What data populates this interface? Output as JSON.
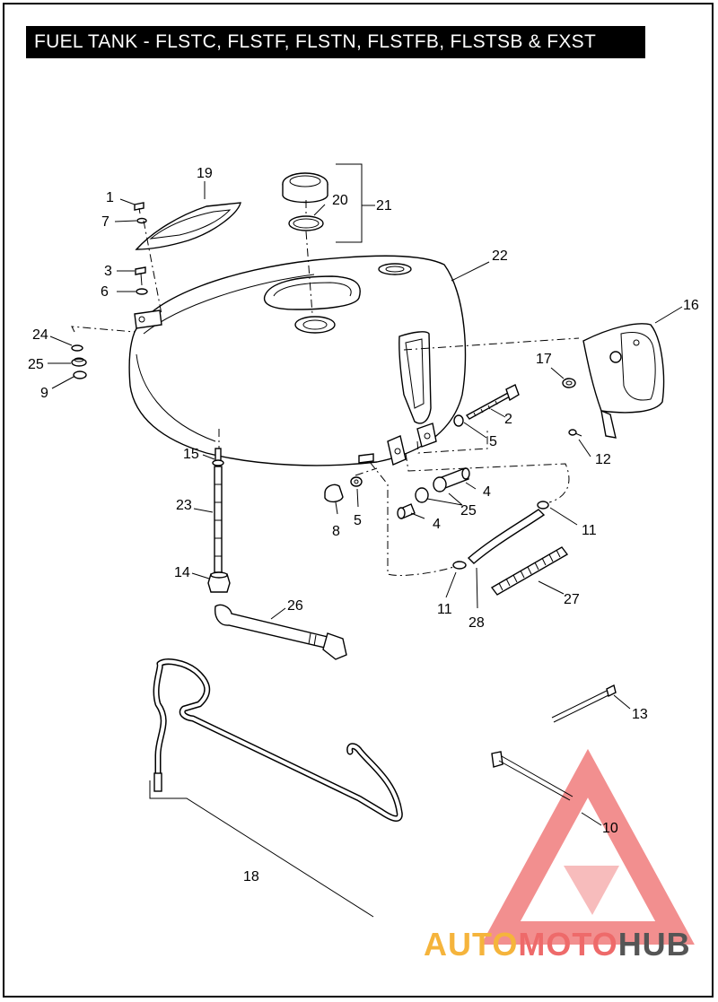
{
  "title": "FUEL TANK - FLSTC, FLSTF, FLSTN, FLSTFB, FLSTSB & FXST",
  "callouts": {
    "c1": "1",
    "c2": "2",
    "c3": "3",
    "c4a": "4",
    "c4b": "4",
    "c5a": "5",
    "c5b": "5",
    "c6": "6",
    "c7": "7",
    "c8": "8",
    "c9": "9",
    "c10": "10",
    "c11a": "11",
    "c11b": "11",
    "c12": "12",
    "c13": "13",
    "c14": "14",
    "c15": "15",
    "c16": "16",
    "c17": "17",
    "c18": "18",
    "c19": "19",
    "c20": "20",
    "c21": "21",
    "c22": "22",
    "c23": "23",
    "c24": "24",
    "c25a": "25",
    "c25b": "25",
    "c26": "26",
    "c27": "27",
    "c28": "28"
  },
  "watermark": {
    "part1": "AUTO",
    "part2": "MOTO",
    "part3": "HUB",
    "colors": {
      "auto": "#f5b43c",
      "moto": "#ee6a6a",
      "hub": "#555555",
      "triangle": "#ee6a6a"
    }
  }
}
